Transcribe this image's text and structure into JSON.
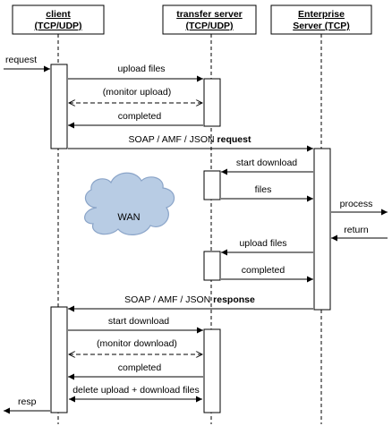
{
  "participants": [
    {
      "line1": "client",
      "line2": "(TCP/UDP)"
    },
    {
      "line1": "transfer server",
      "line2": "(TCP/UDP)"
    },
    {
      "line1": "Enterprise",
      "line2": "Server (TCP)"
    }
  ],
  "messages": {
    "request": "request",
    "upload_files": "upload files",
    "monitor_upload": "(monitor upload)",
    "completed_1": "completed",
    "soap_request_prefix": "SOAP / AMF / JSON ",
    "soap_request_bold": "request",
    "start_download_1": "start download",
    "files": "files",
    "process": "process",
    "return": "return",
    "upload_files_2": "upload files",
    "completed_2": "completed",
    "soap_response_prefix": "SOAP / AMF / JSON ",
    "soap_response_bold": "response",
    "start_download_2": "start download",
    "monitor_download": "(monitor download)",
    "completed_3": "completed",
    "delete_files": "delete upload + download files",
    "resp": "resp"
  },
  "cloud_label": "WAN",
  "colors": {
    "cloud_fill": "#b8cce4",
    "cloud_stroke": "#8aa4c8",
    "line": "#000000"
  }
}
